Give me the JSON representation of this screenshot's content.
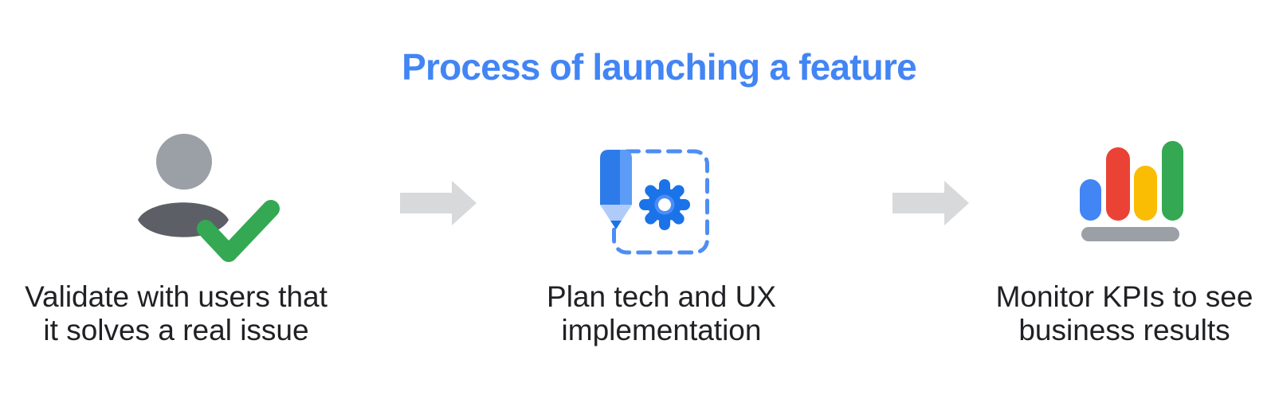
{
  "title": "Process of launching a feature",
  "steps": [
    {
      "icon": "user-check-icon",
      "caption": [
        "Validate with users that",
        "it solves a real issue"
      ]
    },
    {
      "icon": "pencil-gear-icon",
      "caption": [
        "Plan tech and UX",
        "implementation"
      ]
    },
    {
      "icon": "bar-chart-icon",
      "caption": [
        "Monitor KPIs to see",
        "business results"
      ]
    }
  ],
  "colors": {
    "title_blue": "#4285F4",
    "text_dark": "#202124",
    "arrow_gray": "#D8D9DA",
    "person_head_gray": "#9AA0A6",
    "person_body_gray": "#5C6066",
    "check_green": "#34A853",
    "pencil_blue_dark": "#2D7BE9",
    "pencil_blue_light": "#5C9CF7",
    "pencil_wood_light_blue": "#AECBFA",
    "pencil_tip_blue": "#1A73E8",
    "gear_blue": "#1A73E8",
    "gear_inner_blue": "#4C8DF6",
    "gear_hole_white": "#FFFFFF",
    "dashed_border_blue": "#4E8DF5",
    "bar_blue": "#4285F4",
    "bar_red": "#EA4335",
    "bar_yellow": "#FBBC04",
    "bar_green": "#34A853",
    "bar_base_gray": "#9AA0A6",
    "background": "#FFFFFF"
  }
}
